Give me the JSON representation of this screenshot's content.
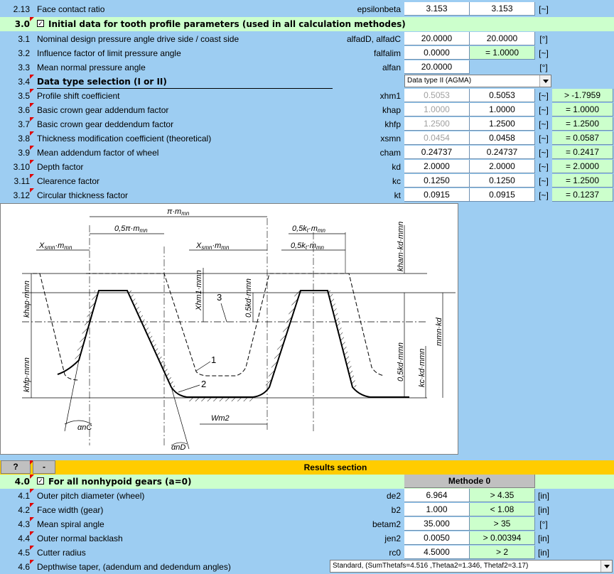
{
  "rows_top": [
    {
      "num": "2.13",
      "label": "Face contact ratio",
      "sym": "epsilonbeta",
      "v1": "3.153",
      "v2": "3.153",
      "unit": "[~]",
      "v3": ""
    }
  ],
  "section3": {
    "num": "3.0",
    "title": "Initial data for tooth profile parameters (used in all calculation methodes)"
  },
  "rows3": [
    {
      "num": "3.1",
      "label": "Nominal design pressure angle drive side / coast side",
      "sym": "alfadD, alfadC",
      "v1": "20.0000",
      "v2": "20.0000",
      "unit": "[°]",
      "v3": ""
    },
    {
      "num": "3.2",
      "label": "Influence factor of limit pressure angle",
      "sym": "falfalim",
      "v1": "0.0000",
      "v2": "= 1.0000",
      "unit": "[~]",
      "v3": ""
    },
    {
      "num": "3.3",
      "label": "Mean normal pressure angle",
      "sym": "alfan",
      "v1": "20.0000",
      "v2": "",
      "unit": "[°]",
      "v3": ""
    }
  ],
  "row34": {
    "num": "3.4",
    "label": "Data type selection (I or II)",
    "dropdown": "Data type II (AGMA)"
  },
  "rows3b": [
    {
      "num": "3.5",
      "label": "Profile shift coefficient",
      "sym": "xhm1",
      "v1": "0.5053",
      "v2": "0.5053",
      "unit": "[~]",
      "v3": "> -1.7959",
      "grey": true
    },
    {
      "num": "3.6",
      "label": "Basic crown gear addendum factor",
      "sym": "khap",
      "v1": "1.0000",
      "v2": "1.0000",
      "unit": "[~]",
      "v3": "= 1.0000",
      "grey": true
    },
    {
      "num": "3.7",
      "label": "Basic crown gear deddendum factor",
      "sym": "khfp",
      "v1": "1.2500",
      "v2": "1.2500",
      "unit": "[~]",
      "v3": "= 1.2500",
      "grey": true
    },
    {
      "num": "3.8",
      "label": "Thickness modification coefficient (theoretical)",
      "sym": "xsmn",
      "v1": "0.0454",
      "v2": "0.0458",
      "unit": "[~]",
      "v3": "= 0.0587",
      "grey": true
    },
    {
      "num": "3.9",
      "label": "Mean addendum factor of wheel",
      "sym": "cham",
      "v1": "0.24737",
      "v2": "0.24737",
      "unit": "[~]",
      "v3": "= 0.2417",
      "grey": false
    },
    {
      "num": "3.10",
      "label": "Depth factor",
      "sym": "kd",
      "v1": "2.0000",
      "v2": "2.0000",
      "unit": "[~]",
      "v3": "= 2.0000",
      "grey": false
    },
    {
      "num": "3.11",
      "label": "Clearence factor",
      "sym": "kc",
      "v1": "0.1250",
      "v2": "0.1250",
      "unit": "[~]",
      "v3": "= 1.2500",
      "grey": false
    },
    {
      "num": "3.12",
      "label": "Circular thickness factor",
      "sym": "kt",
      "v1": "0.0915",
      "v2": "0.0915",
      "unit": "[~]",
      "v3": "= 0.1237",
      "grey": false
    }
  ],
  "diagram_labels": {
    "pi_m": "π·m",
    "half_pi_m": "0,5π·m",
    "xsmn_l": "X",
    "xsmn_r": "X",
    "half_kt_1": "0,5k",
    "half_kt_2": "0,5k",
    "sub_mn": "mn",
    "sub_smn": "smn",
    "sub_t": "t",
    "kham": "kham·kd·mmn",
    "khap": "khap·mmn",
    "khfp": "khfp·mmn",
    "xhm1": "Xhm1·mmn",
    "half_kd": "0,5kd·mmn",
    "half_kd2": "0,5kd·mmn",
    "kc_kd": "kc·kd·mmn",
    "mmn_kd": "mmn·kd",
    "n1": "1",
    "n2": "2",
    "n3": "3",
    "alfa_nc": "αnC",
    "alfa_nd": "αnD",
    "wm2": "Wm2"
  },
  "results_bar": {
    "btn_q": "?",
    "btn_dash": "-",
    "title": "Results section"
  },
  "section4": {
    "num": "4.0",
    "title": "For all nonhypoid gears (a=0)",
    "method": "Methode 0"
  },
  "rows4": [
    {
      "num": "4.1",
      "label": "Outer pitch diameter (wheel)",
      "sym": "de2",
      "v1": "6.964",
      "v2": "> 4.35",
      "unit": "[in]"
    },
    {
      "num": "4.2",
      "label": "Face width (gear)",
      "sym": "b2",
      "v1": "1.000",
      "v2": "< 1.08",
      "unit": "[in]"
    },
    {
      "num": "4.3",
      "label": "Mean spiral angle",
      "sym": "betam2",
      "v1": "35.000",
      "v2": "> 35",
      "unit": "[°]"
    },
    {
      "num": "4.4",
      "label": "Outer normal backlash",
      "sym": "jen2",
      "v1": "0.0050",
      "v2": "> 0.00394",
      "unit": "[in]"
    },
    {
      "num": "4.5",
      "label": "Cutter radius",
      "sym": "rc0",
      "v1": "4.5000",
      "v2": "> 2",
      "unit": "[in]"
    }
  ],
  "row46": {
    "num": "4.6",
    "label": "Depthwise taper, (adendum and dedendum angles)",
    "dropdown": "Standard, (SumThetafs=4.516 ,Thetaa2=1.346, Thetaf2=3.17)"
  }
}
